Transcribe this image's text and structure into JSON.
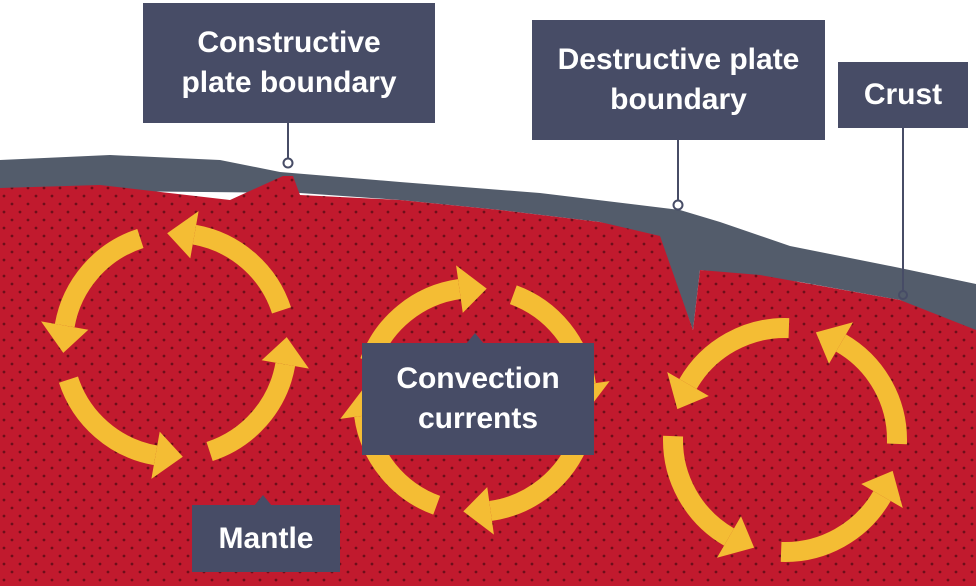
{
  "labels": {
    "constructive": "Constructive plate boundary",
    "destructive": "Destructive plate boundary",
    "crust": "Crust",
    "convection": "Convection currents",
    "mantle": "Mantle"
  },
  "colors": {
    "mantle": "#c11a2e",
    "mantle_dots": "#6e0f1a",
    "crust": "#535c6b",
    "arrows": "#f4bd34",
    "label_box": "#474c66",
    "label_text": "#ffffff"
  },
  "convection_cells": [
    {
      "direction": "counterclockwise"
    },
    {
      "direction": "clockwise"
    },
    {
      "direction": "counterclockwise"
    }
  ]
}
